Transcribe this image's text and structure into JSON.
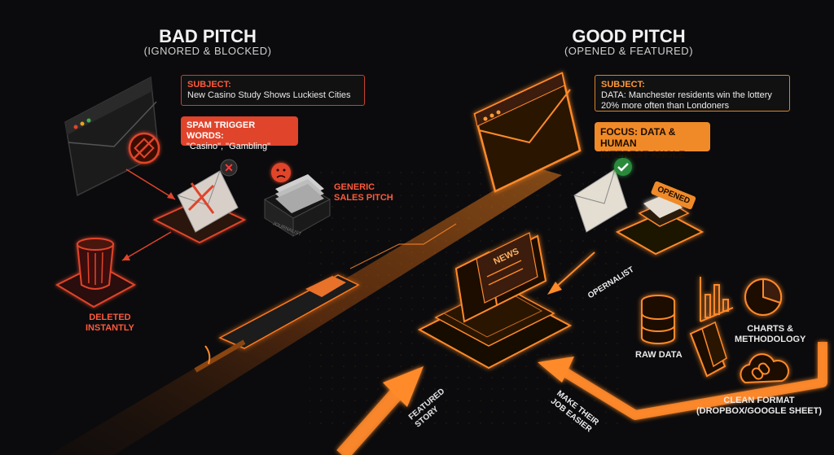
{
  "bad": {
    "title": "BAD PITCH",
    "subtitle": "(IGNORED & BLOCKED)",
    "subject_heading": "SUBJECT:",
    "subject_text": "New Casino Study Shows Luckiest Cities",
    "spam_heading": "SPAM TRIGGER WORDS:",
    "spam_text": "\"Casino\", \"Gambling\"",
    "generic_label_1": "GENERIC",
    "generic_label_2": "SALES PITCH",
    "deleted_label_1": "DELETED",
    "deleted_label_2": "INSTANTLY",
    "tray_label": "JOURNALIST"
  },
  "good": {
    "title": "GOOD PITCH",
    "subtitle": "(OPENED & FEATURED)",
    "subject_heading": "SUBJECT:",
    "subject_line_1": "DATA: Manchester residents win the lottery",
    "subject_line_2": "20% more often than Londoners",
    "focus_line_1": "FOCUS: DATA & HUMAN",
    "focus_line_2": "INTEREST ANGLE",
    "opened_badge": "OPENED",
    "opernalist_label": "OPERNALIST",
    "news_label": "NEWS",
    "raw_data_label": "RAW DATA",
    "charts_label_1": "CHARTS &",
    "charts_label_2": "METHODOLOGY",
    "clean_label_1": "CLEAN FORMAT",
    "clean_label_2": "(DROPBOX/GOOGLE SHEET)",
    "easier_label_1": "MAKE THEIR",
    "easier_label_2": "JOB EASIER",
    "featured_label_1": "FEATURED",
    "featured_label_2": "STORY"
  },
  "colors": {
    "bad_accent": "#e0442b",
    "good_accent": "#f08a28",
    "background": "#0b0b0d"
  }
}
